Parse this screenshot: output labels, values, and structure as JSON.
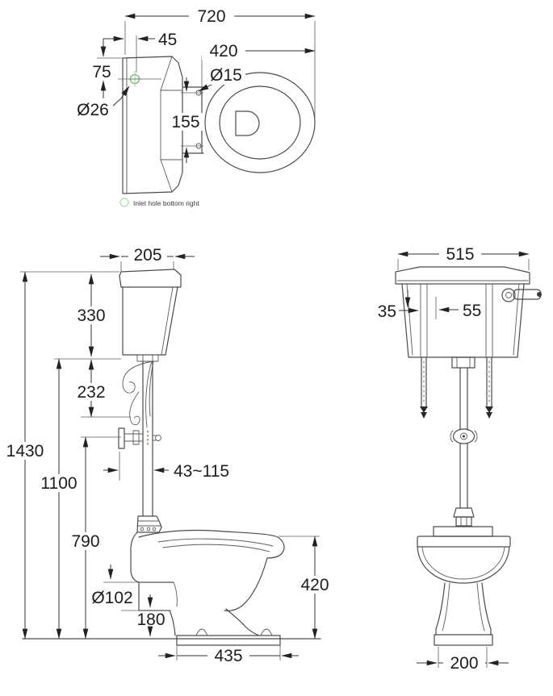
{
  "colors": {
    "line": "#4a4a4a",
    "dimension": "#333333",
    "accent_green": "#8ecf8e",
    "red_mark": "#c6684a"
  },
  "legend": {
    "note": "Inlet hole bottom right"
  },
  "top_view": {
    "overall_width": "720",
    "seat_hinge_offset": "45",
    "seat_length": "420",
    "inlet_offset_vertical": "75",
    "inlet_diameter": "Ø26",
    "hinge_hole_diameter": "Ø15",
    "hinge_hole_spacing": "155"
  },
  "side_view": {
    "cistern_depth": "205",
    "cistern_height": "330",
    "bracket_drop": "232",
    "overall_height": "1430",
    "cistern_bottom_height": "1100",
    "pipe_clip_height": "790",
    "wall_distance_range": "43~115",
    "outlet_diameter": "Ø102",
    "outlet_height": "180",
    "pan_depth": "435",
    "pan_height": "420"
  },
  "front_view": {
    "cistern_width": "515",
    "fixing_edge_offset": "35",
    "fixing_hole_offset": "55",
    "pedestal_base_width": "200"
  }
}
